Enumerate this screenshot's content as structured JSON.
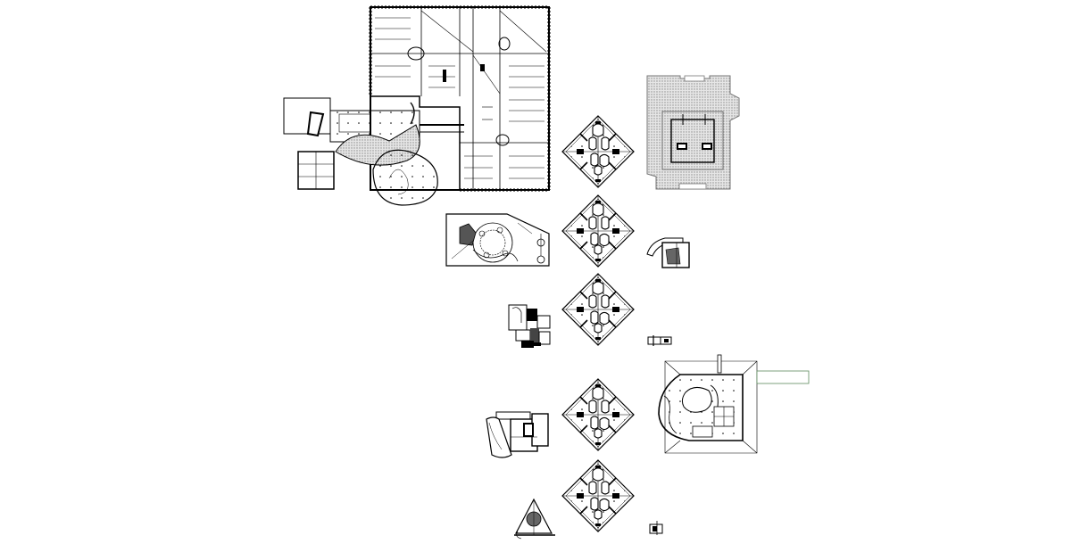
{
  "drawing": {
    "sheet_color": "#ffffff",
    "line_color": "#000000",
    "hatch_color": "#c8c8c8",
    "green_color": "#5c8a5c",
    "sheets": [
      {
        "kind": "parking-garage-plan"
      },
      {
        "kind": "roof-plan-hatched"
      },
      {
        "kind": "diamond-floor-plan",
        "repeat": 5
      },
      {
        "kind": "site-plan"
      },
      {
        "kind": "small-detail-plan"
      },
      {
        "kind": "small-stair-detail"
      },
      {
        "kind": "curved-building-plan"
      },
      {
        "kind": "ground-floor-plan-large"
      },
      {
        "kind": "triangle-site-detail"
      },
      {
        "kind": "small-section-detail"
      }
    ]
  }
}
